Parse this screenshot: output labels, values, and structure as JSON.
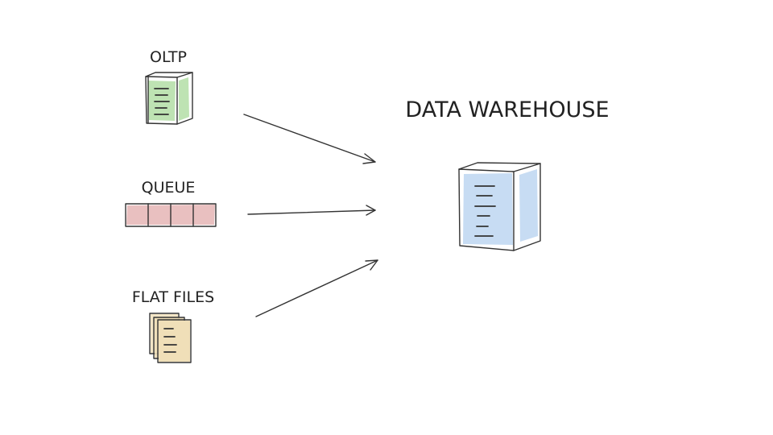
{
  "diagram": {
    "sources": [
      {
        "label": "OLTP",
        "icon": "database-server-icon"
      },
      {
        "label": "QUEUE",
        "icon": "message-queue-icon"
      },
      {
        "label": "FLAT FILES",
        "icon": "files-stack-icon"
      }
    ],
    "target": {
      "label": "DATA WAREHOUSE",
      "icon": "warehouse-server-icon"
    }
  },
  "colors": {
    "ink": "#333333",
    "oltp_fill": "#a8d99a",
    "queue_fill": "#e5b5b5",
    "files_fill": "#f0dfb8",
    "warehouse_fill": "#b9d3f0"
  }
}
